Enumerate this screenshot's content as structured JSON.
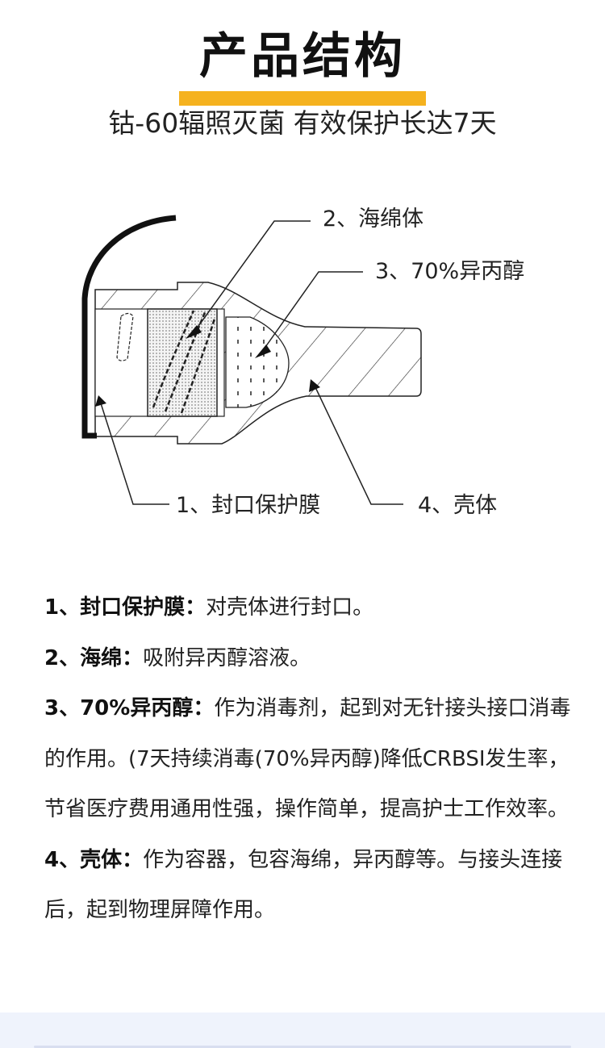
{
  "header": {
    "title": "产品结构",
    "subtitle": "钴-60辐照灭菌 有效保护长达7天",
    "accent_color": "#f5b21f"
  },
  "diagram": {
    "labels": [
      "1、封口保护膜",
      "2、海绵体",
      "3、70%异丙醇",
      "4、壳体"
    ]
  },
  "description": [
    {
      "term": "1、封口保护膜：",
      "text": "对壳体进行封口。"
    },
    {
      "term": "2、海绵：",
      "text": "吸附异丙醇溶液。"
    },
    {
      "term": "3、70%异丙醇：",
      "text": "作为消毒剂，起到对无针接头接口消毒的作用。(7天持续消毒(70%异丙醇)降低CRBSI发生率，节省医疗费用通用性强，操作简单，提高护士工作效率。"
    },
    {
      "term": "4、壳体：",
      "text": "作为容器，包容海绵，异丙醇等。与接头连接后，起到物理屏障作用。"
    }
  ]
}
